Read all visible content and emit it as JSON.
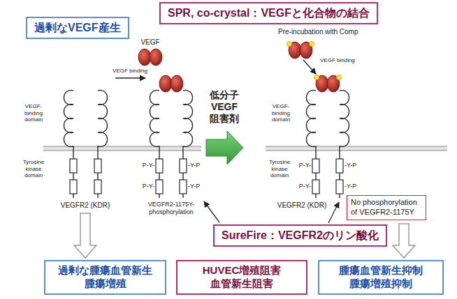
{
  "diagram": {
    "nodes": [
      {
        "text": [
          "過剰なVEGF産生"
        ]
      },
      {
        "text": [
          "SPR, co-crystal：VEGFと化合物の結合"
        ]
      },
      {
        "text": [
          "No phosphorylation of VEGFR2-1175Y"
        ]
      },
      {
        "text": [
          "SureFire：VEGFR2のリン酸化"
        ]
      },
      {
        "text": [
          "過剰な腫瘍血管新生 腫瘍増殖"
        ]
      },
      {
        "text": [
          "HUVEC増殖阻害 血管新生阻害"
        ]
      },
      {
        "text": [
          "腫瘍血管新生抑制 腫瘍増殖抑制"
        ]
      }
    ],
    "labels": [
      "VEGF",
      "VEGF binding",
      "Pre-incubation with Comp",
      "VEGF binding",
      "VEGF-binding domain",
      "VEGF-binding domain",
      "低分子 VEGF 阻害剤",
      "Tyrosine kinase domain",
      "Tyrosine kinase domain",
      "P-Y-",
      "-Y-P",
      "P-Y-",
      "-Y-P",
      "P-Y-",
      "-Y-P",
      "P-Y-",
      "-Y-P",
      "VEGFR2 (KDR)",
      "VEGFR2-1175Y-phosphorylation",
      "VEGFR2 (KDR)"
    ]
  }
}
